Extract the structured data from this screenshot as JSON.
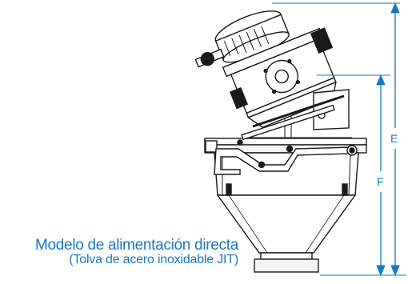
{
  "caption": {
    "title": "Modelo de alimentación directa",
    "subtitle": "(Tolva de acero inoxidable JIT)"
  },
  "dimensions": {
    "e_label": "E",
    "f_label": "F"
  },
  "colors": {
    "accent": "#1a78c2",
    "line": "#1a1a1a"
  }
}
